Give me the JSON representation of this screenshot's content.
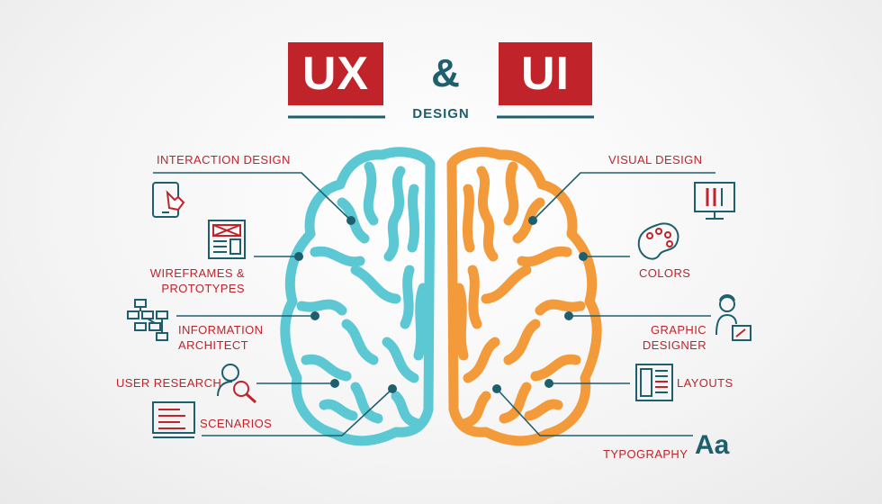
{
  "title": {
    "ux": "UX",
    "amp": "&",
    "ui": "UI",
    "design": "DESIGN"
  },
  "colors": {
    "red": "#c1232b",
    "teal": "#1e5f6e",
    "cyan": "#5bc8d4",
    "orange": "#f39a3a",
    "label": "#c1232b"
  },
  "ux_items": [
    {
      "label": "INTERACTION DESIGN",
      "icon": "tablet-touch-icon"
    },
    {
      "label": "WIREFRAMES &",
      "label2": "PROTOTYPES",
      "icon": "wireframe-icon"
    },
    {
      "label": "INFORMATION",
      "label2": "ARCHITECT",
      "icon": "sitemap-icon"
    },
    {
      "label": "USER RESEARCH",
      "icon": "user-search-icon"
    },
    {
      "label": "SCENARIOS",
      "icon": "storyboard-icon"
    }
  ],
  "ui_items": [
    {
      "label": "VISUAL DESIGN",
      "icon": "monitor-tools-icon"
    },
    {
      "label": "COLORS",
      "icon": "palette-icon"
    },
    {
      "label": "GRAPHIC",
      "label2": "DESIGNER",
      "icon": "designer-icon"
    },
    {
      "label": "LAYOUTS",
      "icon": "layout-icon"
    },
    {
      "label": "TYPOGRAPHY",
      "icon": "typography-icon",
      "glyph": "Aa"
    }
  ]
}
